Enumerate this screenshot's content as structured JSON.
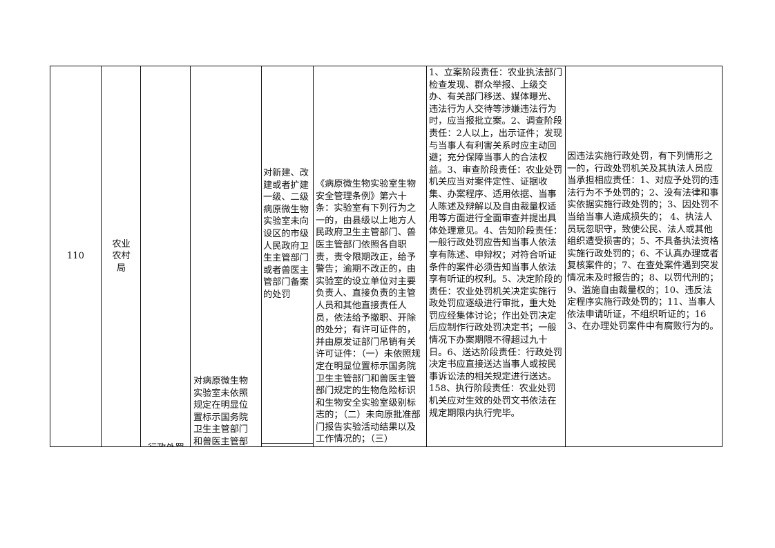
{
  "table": {
    "row": {
      "seq": "110",
      "department": "农业农村局",
      "power_type": "行政处罚",
      "sub_item": "对病原微生物实验室未依照规定在明显位置标示国务院卫生主管部门和兽医主管部",
      "item_name": "对新建、改建或者扩建一级、二级病原微生物实验室未向设区的市级人民政府卫生主管部门或者兽医主管部门备案的处罚",
      "legal_basis": "《病原微生物实验室生物安全管理条例》第六十条：实验室有下列行为之一的，由县级以上地方人民政府卫生主管部门、兽医主管部门依照各自职责，责令限期改正，给予警告；逾期不改正的，由实验室的设立单位对主要负责人、直接负责的主管人员和其他直接责任人员，依法给予撤职、开除的处分；有许可证件的，并由原发证部门吊销有关许可证件：（一）未依照规定在明显位置标示国务院卫生主管部门和兽医主管部门规定的生物危险标识和生物安全实验室级别标志的；（二）未向原批准部门报告实验活动结果以及工作情况的；（三）",
      "responsibility": "1、立案阶段责任：农业执法部门检查发现、群众举报、上级交办、有关部门移送、媒体曝光、违法行为人交待等涉嫌违法行为时，应当报批立案。2、调查阶段责任：2人以上，出示证件；发现与当事人有利害关系时应主动回避；充分保障当事人的合法权益。3、审查阶段责任：农业处罚机关应当对案件定性、证据收集、办案程序、适用依据、当事人陈述及辩解以及自由裁量权适用等方面进行全面审查并提出具体处理意见。4、告知阶段责任：一般行政处罚应告知当事人依法享有陈述、申辩权；对符合听证条件的案件必须告知当事人依法享有听证的权利。5、决定阶段的责任：农业处罚机关决定实施行政处罚应逐级进行审批，重大处罚应经集体讨论；作出处罚决定后应制作行政处罚决定书；一般情况下办案期限不得超过九十日。6、送达阶段责任：行政处罚决定书应直接送达当事人或按民事诉讼法的相关规定进行送达。 158、执行阶段责任：农业处罚机关应对生效的处罚文书依法在规定期限内执行完毕。",
      "accountability": "因违法实施行政处罚，有下列情形之一的，行政处罚机关及其执法人员应当承担相应责任：1、对应予处罚的违法行为不予处罚的；2、没有法律和事实依据实施行政处罚的；3、因处罚不当给当事人造成损失的； 4、执法人员玩忽职守，致使公民、法人或其他组织遭受损害的；5、不具备执法资格实施行政处罚的；6、不认真办理或者复核案件的；7、在查处案件遇到突发情况未及时报告的；8、以罚代刑的；9、滥施自由裁量权的；10、违反法定程序实施行政处罚的；11、当事人依法申请听证，不组织听证的；163、在办理处罚案件中有腐败行为的。"
    }
  }
}
